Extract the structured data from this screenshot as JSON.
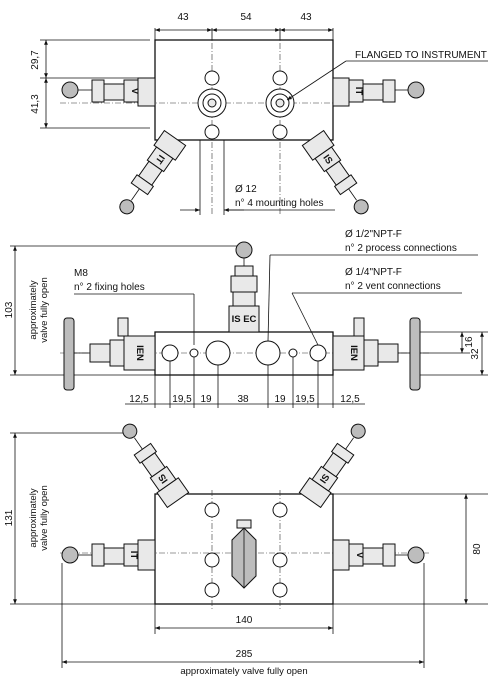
{
  "top_view": {
    "dim_width_left": "43",
    "dim_width_center": "54",
    "dim_width_right": "43",
    "dim_height_top": "29,7",
    "dim_height_bottom": "41,3",
    "flange_label": "FLANGED TO INSTRUMENT",
    "mounting_dia": "Ø 12",
    "mounting_desc": "n° 4 mounting holes"
  },
  "front_view": {
    "overall_height": "103",
    "height_note_line1": "approximately",
    "height_note_line2": "valve fully open",
    "fixing_size": "M8",
    "fixing_desc": "n° 2 fixing holes",
    "process_dia": "Ø 1/2\"NPT-F",
    "process_desc": "n° 2 process connections",
    "vent_dia": "Ø 1/4\"NPT-F",
    "vent_desc": "n° 2 vent connections",
    "dim_16": "16",
    "dim_32": "32",
    "bottom_dims": [
      "12,5",
      "19,5",
      "19",
      "38",
      "19",
      "19,5",
      "12,5"
    ]
  },
  "bottom_view": {
    "overall_height": "131",
    "height_note_line1": "approximately",
    "height_note_line2": "valve fully open",
    "dim_80": "80",
    "dim_140": "140",
    "dim_285": "285",
    "width_note": "approximately valve fully open"
  },
  "valve_marks": {
    "v": "V",
    "it": "IT",
    "ien": "IEN",
    "is": "IS",
    "isec": "IS EC"
  }
}
